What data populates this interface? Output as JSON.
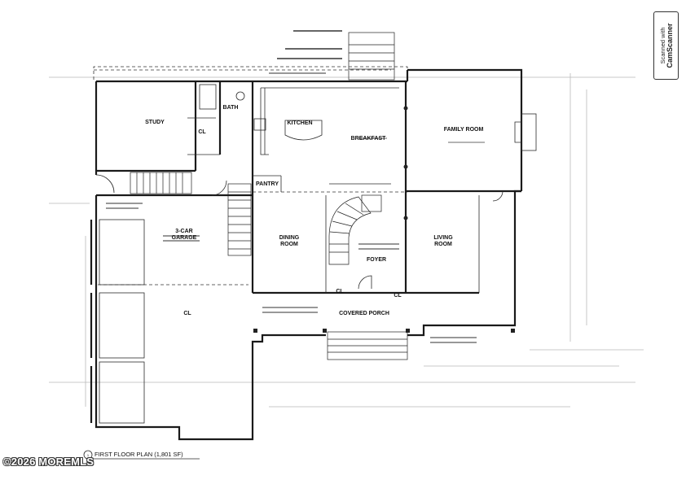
{
  "plan": {
    "title": "FIRST FLOOR PLAN (1,801 SF)",
    "marker": "1",
    "rooms": {
      "study": "STUDY",
      "bath": "BATH",
      "closet_study": "CL",
      "kitchen": "KITCHEN",
      "breakfast": "BREAKFAST",
      "family_room": "FAMILY ROOM",
      "pantry": "PANTRY",
      "garage_line1": "3-CAR",
      "garage_line2": "GARAGE",
      "closet_garage": "CL",
      "dining_line1": "DINING",
      "dining_line2": "ROOM",
      "foyer": "FOYER",
      "living_line1": "LIVING",
      "living_line2": "ROOM",
      "closet_foyer_left": "CL",
      "closet_foyer_right": "CL",
      "covered_porch": "COVERED PORCH"
    }
  },
  "scanner": {
    "line1": "Scanned with",
    "line2": "CamScanner"
  },
  "watermark": "©2026 MOREMLS"
}
